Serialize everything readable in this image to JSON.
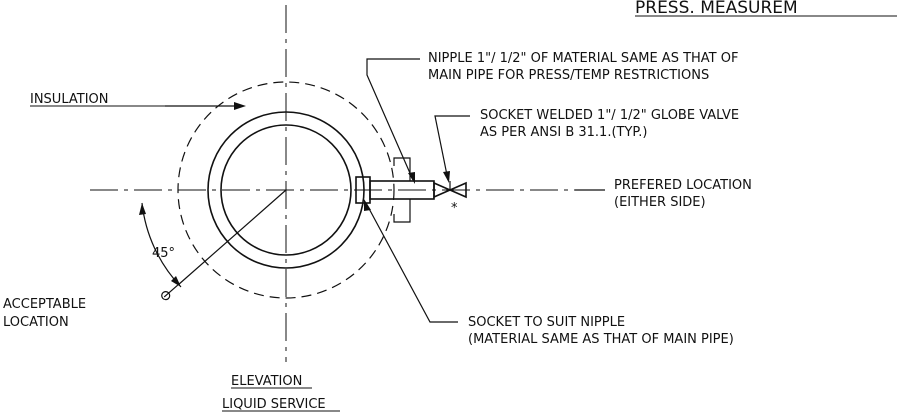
{
  "title": "PRESS. MEASUREM",
  "labels": {
    "insulation": "INSULATION",
    "nipple_line1": "NIPPLE 1\"/ 1/2\" OF MATERIAL SAME AS THAT OF",
    "nipple_line2": "MAIN PIPE FOR PRESS/TEMP RESTRICTIONS",
    "socket_welded_line1": "SOCKET WELDED 1\"/ 1/2\" GLOBE VALVE",
    "socket_welded_line2": "AS PER ANSI B 31.1.(TYP.)",
    "prefered_line1": "PREFERED LOCATION",
    "prefered_line2": "(EITHER SIDE)",
    "angle": "45°",
    "acceptable_line1": "ACCEPTABLE",
    "acceptable_line2": "LOCATION",
    "socket_suit_line1": "SOCKET TO SUIT NIPPLE",
    "socket_suit_line2": "(MATERIAL SAME AS THAT OF MAIN PIPE)",
    "valve_mark": "*"
  },
  "captions": {
    "line1": "ELEVATION",
    "line2": "LIQUID SERVICE"
  }
}
